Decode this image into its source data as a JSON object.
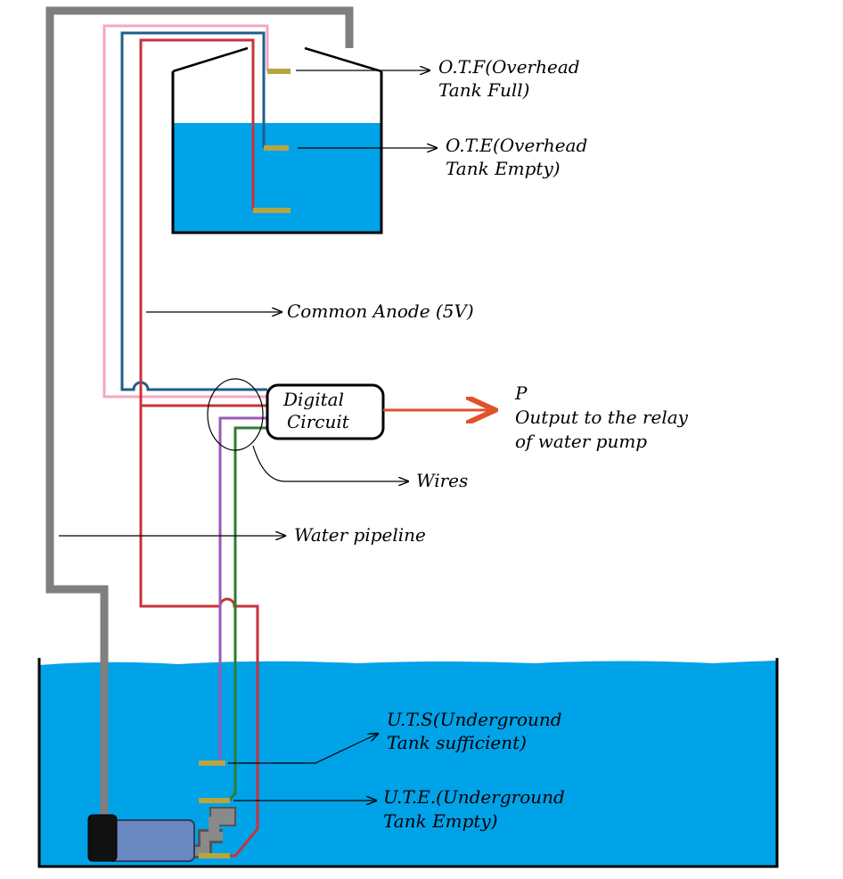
{
  "labels": {
    "otf_line1": "O.T.F(Overhead",
    "otf_line2": "Tank Full)",
    "ote_line1": "O.T.E(Overhead",
    "ote_line2": "Tank Empty)",
    "common_anode": "Common Anode  (5V)",
    "circuit_line1": "Digital",
    "circuit_line2": "Circuit",
    "p": "P",
    "output_line1": "Output to the relay",
    "output_line2": "of water pump",
    "wires": "Wires",
    "water_pipeline": "Water pipeline",
    "uts_line1": "U.T.S(Underground",
    "uts_line2": "Tank sufficient)",
    "ute_line1": "U.T.E.(Underground",
    "ute_line2": "Tank Empty)"
  },
  "colors": {
    "water": "#00a2e8",
    "pipe": "#7f7f7f",
    "wire_pink": "#f4a7c0",
    "wire_blue": "#1f5f8b",
    "wire_red": "#c8323c",
    "wire_purple": "#9b59b6",
    "wire_green": "#2e7d32",
    "output_arrow": "#e0522a",
    "probe": "#b5a642",
    "pump_body": "#6a88c0"
  }
}
